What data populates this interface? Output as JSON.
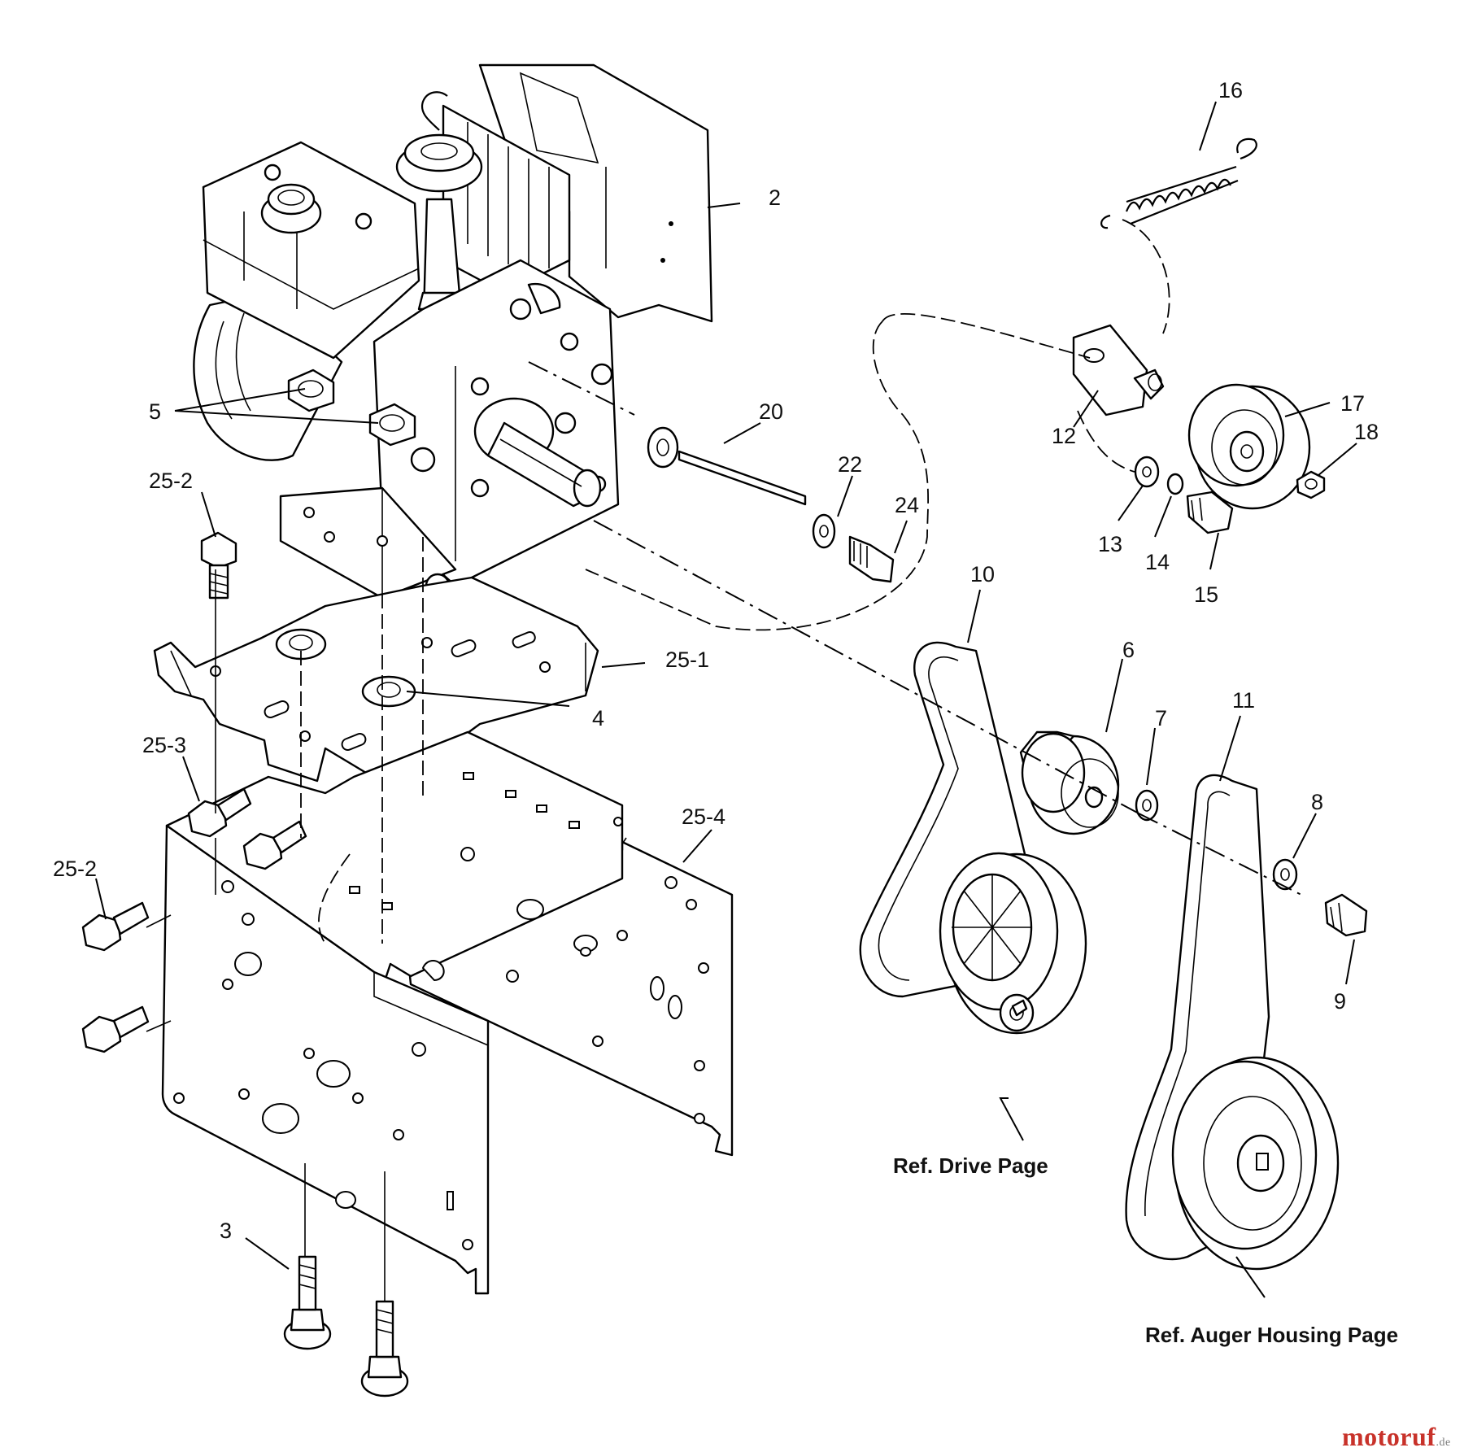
{
  "callouts": {
    "c2": "2",
    "c3": "3",
    "c4": "4",
    "c5": "5",
    "c6": "6",
    "c7": "7",
    "c8": "8",
    "c9": "9",
    "c10": "10",
    "c11": "11",
    "c12": "12",
    "c13": "13",
    "c14": "14",
    "c15": "15",
    "c16": "16",
    "c17": "17",
    "c18": "18",
    "c20": "20",
    "c22": "22",
    "c24": "24",
    "c25_1": "25-1",
    "c25_2a": "25-2",
    "c25_2b": "25-2",
    "c25_3": "25-3",
    "c25_4": "25-4"
  },
  "references": {
    "drive": "Ref. Drive Page",
    "auger": "Ref. Auger Housing Page"
  },
  "watermark": {
    "brand": "motoruf",
    "suffix": ".de",
    "color": "#c8322a"
  }
}
